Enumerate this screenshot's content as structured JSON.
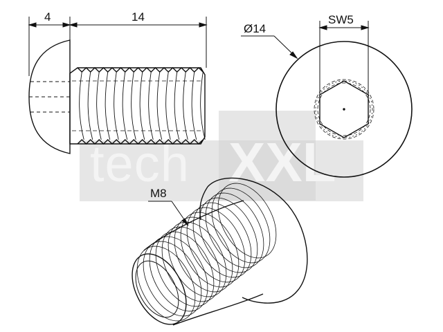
{
  "dimensions": {
    "head_length": "4",
    "thread_length": "14",
    "head_diameter": "Ø14",
    "hex_size": "SW5",
    "thread_size": "M8"
  },
  "watermark": {
    "text_light": "tech",
    "text_bold": "XXL"
  },
  "colors": {
    "line": "#111111",
    "watermark": "#cdcdcd"
  }
}
